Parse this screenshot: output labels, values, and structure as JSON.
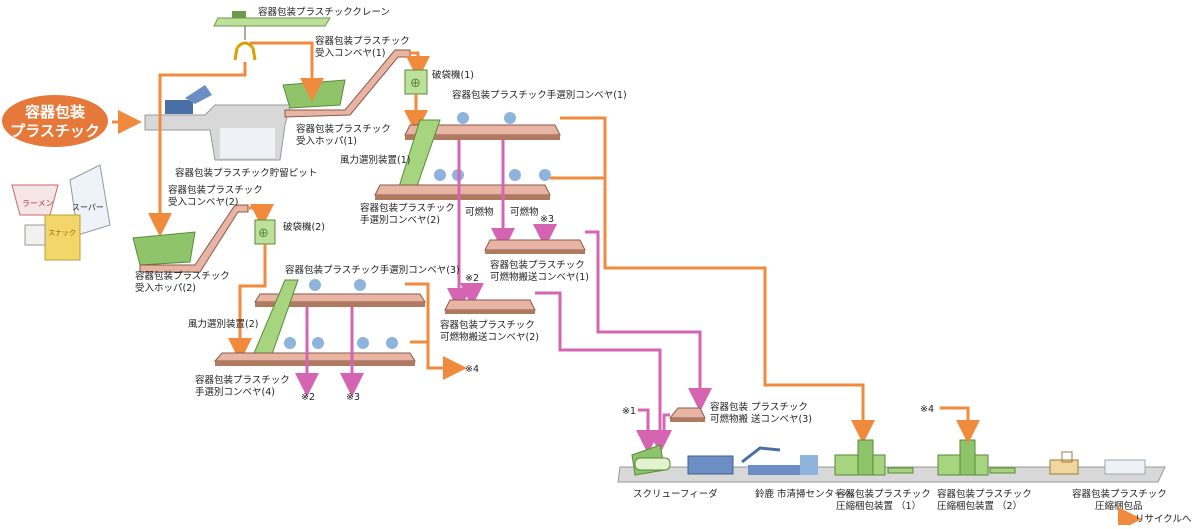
{
  "input": {
    "line1": "容器包装",
    "line2": "プラスチック"
  },
  "colors": {
    "flow_main": "#f08a3c",
    "flow_combustible": "#d565b3",
    "equipment": "#8fc46a",
    "conveyor": "#e8b4a4"
  },
  "labels": {
    "crane": "容器包装プラスチッククレーン",
    "recv_conv1": [
      "容器包装プラスチック",
      "受入コンベヤ(1)"
    ],
    "breaker1": "破袋機(1)",
    "hand_conv1": "容器包装プラスチック手選別コンベヤ(1)",
    "hopper1": [
      "容器包装プラスチック",
      "受入ホッパ(1)"
    ],
    "pit": "容器包装プラスチック貯留ピット",
    "wind1": "風力選別装置(1)",
    "hand_conv2": [
      "容器包装プラスチック",
      "手選別コンベヤ(2)"
    ],
    "combustible_a": "可燃物",
    "combustible_b": "可燃物",
    "recv_conv2": [
      "容器包装プラスチック",
      "受入コンベヤ(2)"
    ],
    "breaker2": "破袋機(2)",
    "hopper2": [
      "容器包装プラスチック",
      "受入ホッパ(2)"
    ],
    "comb_conv1": [
      "容器包装プラスチック",
      "可燃物搬送コンベヤ(1)"
    ],
    "comb_conv2": [
      "容器包装プラスチック",
      "可燃物搬送コンベヤ(2)"
    ],
    "hand_conv3": "容器包装プラスチック手選別コンベヤ(3)",
    "wind2": "風力選別装置(2)",
    "hand_conv4": [
      "容器包装プラスチック",
      "手選別コンベヤ(4)"
    ],
    "comb_conv3": [
      "容器包装 プラスチック",
      "可燃物搬 送コンベヤ(3)"
    ],
    "screw": "スクリューフィーダ",
    "center": "鈴鹿 市清掃センターへ",
    "baler1": [
      "容器包装プラスチック",
      "圧縮梱包装置 （1）"
    ],
    "baler2": [
      "容器包装プラスチック",
      "圧縮梱包装置 （2）"
    ],
    "bale": [
      "容器包装プラスチック",
      "圧縮梱包品"
    ],
    "recycle": "リサイクルへ",
    "items": {
      "ramen": "ラーメン",
      "super": "スーパー",
      "snack": "スナック"
    }
  },
  "marks": {
    "m1": "※1",
    "m2": "※2",
    "m3": "※3",
    "m4": "※4"
  }
}
